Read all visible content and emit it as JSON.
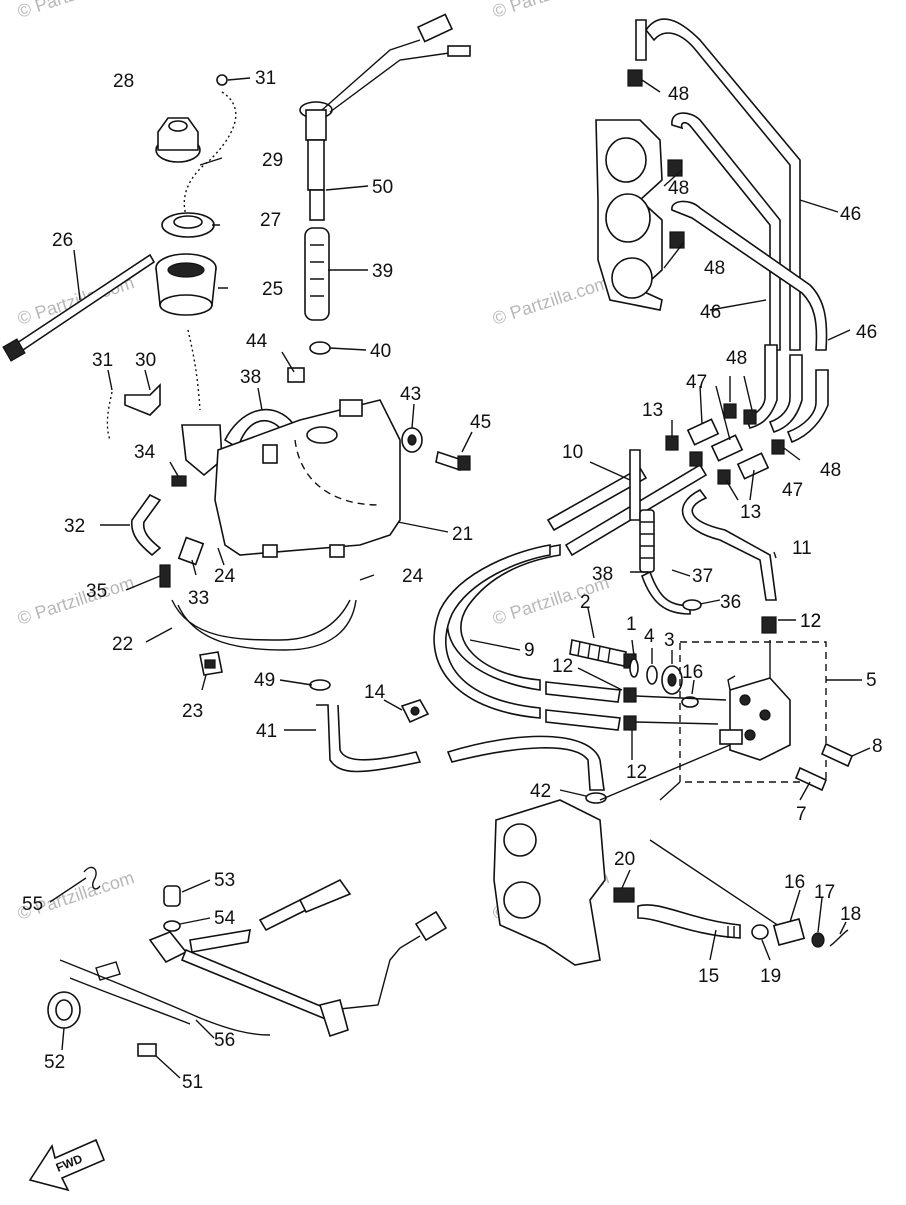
{
  "watermark": "© Partzilla.com",
  "fwd_label": "FWD",
  "labels": [
    "28",
    "31",
    "29",
    "27",
    "26",
    "25",
    "31",
    "30",
    "38",
    "34",
    "32",
    "35",
    "33",
    "24",
    "22",
    "23",
    "50",
    "39",
    "40",
    "44",
    "43",
    "45",
    "21",
    "24",
    "49",
    "41",
    "14",
    "42",
    "10",
    "9",
    "38",
    "37",
    "36",
    "2",
    "1",
    "4",
    "3",
    "12",
    "12",
    "12",
    "16",
    "5",
    "8",
    "7",
    "11",
    "12",
    "13",
    "13",
    "47",
    "47",
    "48",
    "48",
    "48",
    "48",
    "48",
    "46",
    "46",
    "46",
    "20",
    "15",
    "19",
    "16",
    "17",
    "18",
    "53",
    "54",
    "55",
    "52",
    "56",
    "51"
  ]
}
